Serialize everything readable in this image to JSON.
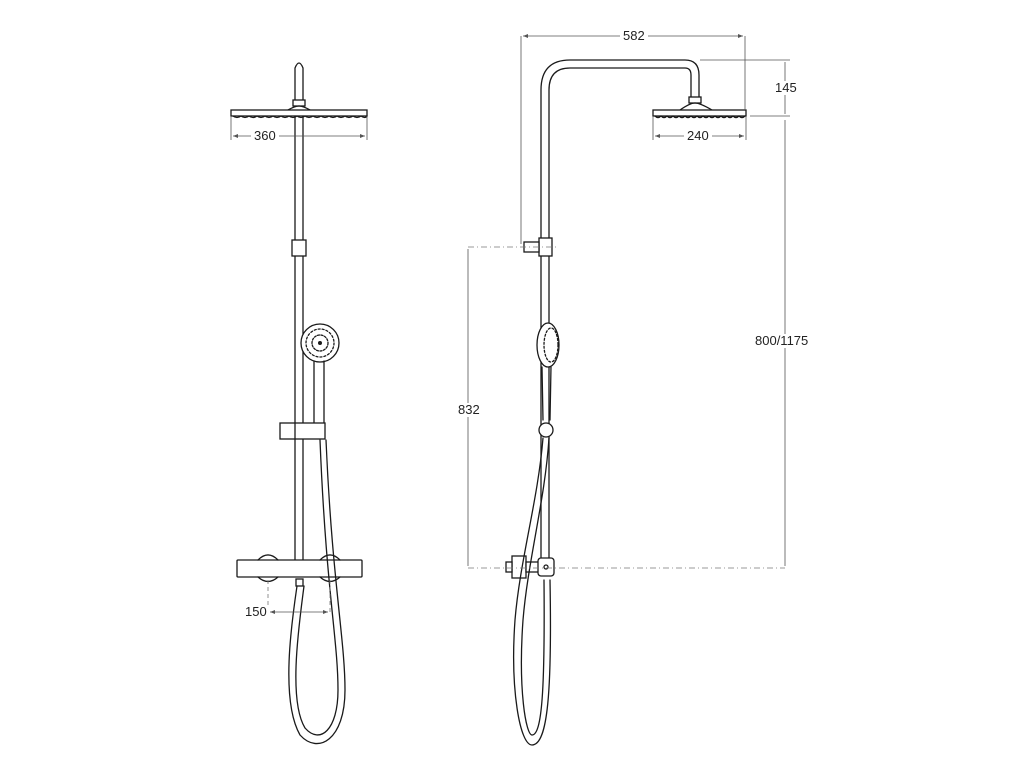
{
  "drawing": {
    "front_view": {
      "head_width": "360",
      "valve_spacing": "150"
    },
    "side_view": {
      "arm_reach": "582",
      "head_drop": "145",
      "head_width": "240",
      "total_height": "800/1175",
      "inlet_height": "832"
    }
  }
}
